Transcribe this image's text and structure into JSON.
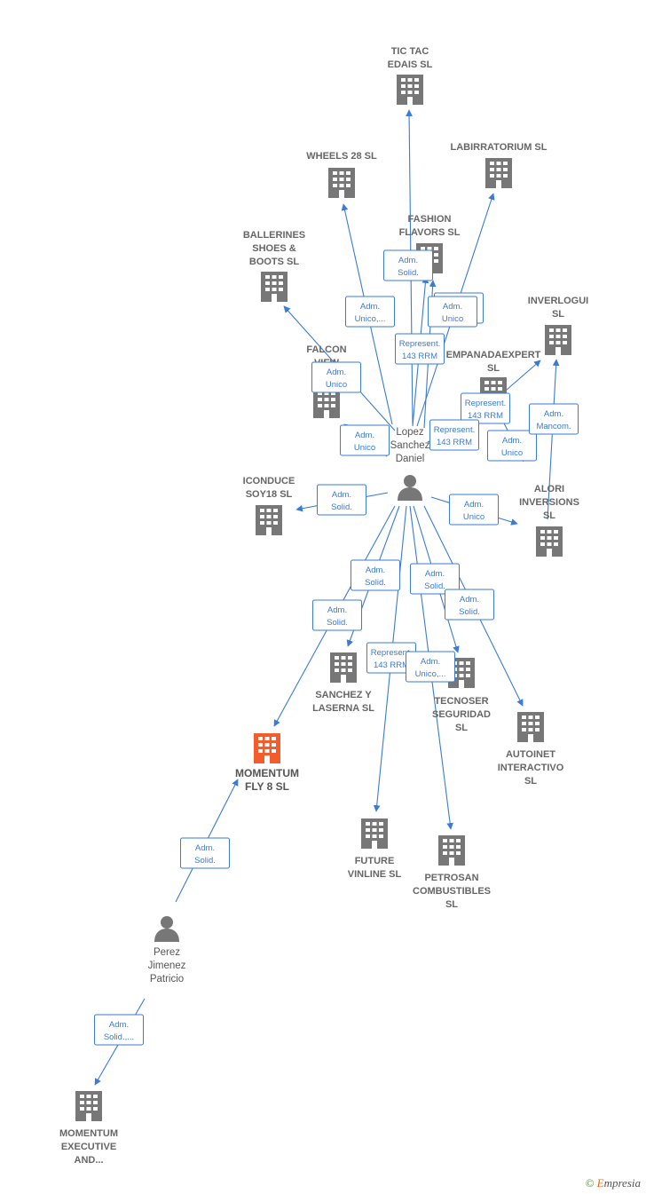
{
  "colors": {
    "company": "#777777",
    "main": "#f25d2b",
    "person": "#777777",
    "edge": "#3a7bd5"
  },
  "nodes": [
    {
      "id": "tictac",
      "type": "company",
      "lines": [
        "TIC TAC",
        "EDAIS  SL"
      ]
    },
    {
      "id": "wheels",
      "type": "company",
      "lines": [
        "WHEELS 28  SL"
      ]
    },
    {
      "id": "labirr",
      "type": "company",
      "lines": [
        "LABIRRATORIUM SL"
      ]
    },
    {
      "id": "fashion",
      "type": "company",
      "lines": [
        "FASHION",
        "FLAVORS  SL"
      ]
    },
    {
      "id": "baller",
      "type": "company",
      "lines": [
        "BALLERINES",
        "SHOES &",
        "BOOTS SL"
      ]
    },
    {
      "id": "inverl",
      "type": "company",
      "lines": [
        "INVERLOGUI",
        "SL"
      ]
    },
    {
      "id": "falcon",
      "type": "company",
      "lines": [
        "FALCON",
        "VIEW",
        "TOU..."
      ]
    },
    {
      "id": "empan",
      "type": "company",
      "lines": [
        "EMPANADAEXPERT",
        "SL"
      ]
    },
    {
      "id": "icond",
      "type": "company",
      "lines": [
        "ICONDUCE",
        "SOY18  SL"
      ]
    },
    {
      "id": "alori",
      "type": "company",
      "lines": [
        "ALORI",
        "INVERSIONS",
        "SL"
      ]
    },
    {
      "id": "sanchez",
      "type": "company",
      "lines": [
        "SANCHEZ Y",
        "LASERNA  SL"
      ]
    },
    {
      "id": "tecnoser",
      "type": "company",
      "lines": [
        "TECNOSER",
        "SEGURIDAD",
        "SL"
      ]
    },
    {
      "id": "autoinet",
      "type": "company",
      "lines": [
        "AUTOINET",
        "INTERACTIVO",
        "SL"
      ]
    },
    {
      "id": "momentum",
      "type": "main",
      "lines": [
        "MOMENTUM",
        "FLY 8  SL"
      ]
    },
    {
      "id": "future",
      "type": "company",
      "lines": [
        "FUTURE",
        "VINLINE  SL"
      ]
    },
    {
      "id": "petrosan",
      "type": "company",
      "lines": [
        "PETROSAN",
        "COMBUSTIBLES",
        "SL"
      ]
    },
    {
      "id": "momexec",
      "type": "company",
      "lines": [
        "MOMENTUM",
        "EXECUTIVE",
        "AND..."
      ]
    },
    {
      "id": "lopez",
      "type": "person",
      "lines": [
        "Lopez",
        "Sanchez",
        "Daniel"
      ]
    },
    {
      "id": "perez",
      "type": "person",
      "lines": [
        "Perez",
        "Jimenez",
        "Patricio"
      ]
    }
  ],
  "edges": [
    {
      "id": "e-tictac",
      "lines": [
        "Adm.",
        "Solid."
      ]
    },
    {
      "id": "e-wheels",
      "lines": [
        "Adm.",
        "Unico,..."
      ]
    },
    {
      "id": "e-labirr",
      "lines": [
        "Adm.",
        "Unico"
      ]
    },
    {
      "id": "e-fashion",
      "lines": [
        "Adm.",
        "Unico"
      ]
    },
    {
      "id": "e-fashion2",
      "lines": [
        "Represent.",
        "143 RRM"
      ]
    },
    {
      "id": "e-baller",
      "lines": [
        "Adm.",
        "Unico"
      ]
    },
    {
      "id": "e-falcon",
      "lines": [
        "Adm.",
        "Unico"
      ]
    },
    {
      "id": "e-inverl",
      "lines": [
        "Represent.",
        "143 RRM"
      ]
    },
    {
      "id": "e-empan",
      "lines": [
        "Represent.",
        "143 RRM"
      ]
    },
    {
      "id": "e-empan2",
      "lines": [
        "Adm.",
        "Unico"
      ]
    },
    {
      "id": "e-alori-inv",
      "lines": [
        "Adm.",
        "Mancom."
      ]
    },
    {
      "id": "e-icond",
      "lines": [
        "Adm.",
        "Solid."
      ]
    },
    {
      "id": "e-alori",
      "lines": [
        "Adm.",
        "Unico"
      ]
    },
    {
      "id": "e-sanchez",
      "lines": [
        "Adm.",
        "Solid."
      ]
    },
    {
      "id": "e-momentum",
      "lines": [
        "Adm.",
        "Solid."
      ]
    },
    {
      "id": "e-tecnoser",
      "lines": [
        "Adm.",
        "Solid."
      ]
    },
    {
      "id": "e-autoinet",
      "lines": [
        "Adm.",
        "Solid."
      ]
    },
    {
      "id": "e-future",
      "lines": [
        "Represent.",
        "143 RRM"
      ]
    },
    {
      "id": "e-petrosan",
      "lines": [
        "Adm.",
        "Unico,..."
      ]
    },
    {
      "id": "e-perez-mom",
      "lines": [
        "Adm.",
        "Solid."
      ]
    },
    {
      "id": "e-perez-exec",
      "lines": [
        "Adm.",
        "Solid.,..."
      ]
    }
  ],
  "footer": {
    "copyright": "©",
    "brand_initial": "E",
    "brand_rest": "mpresia"
  }
}
